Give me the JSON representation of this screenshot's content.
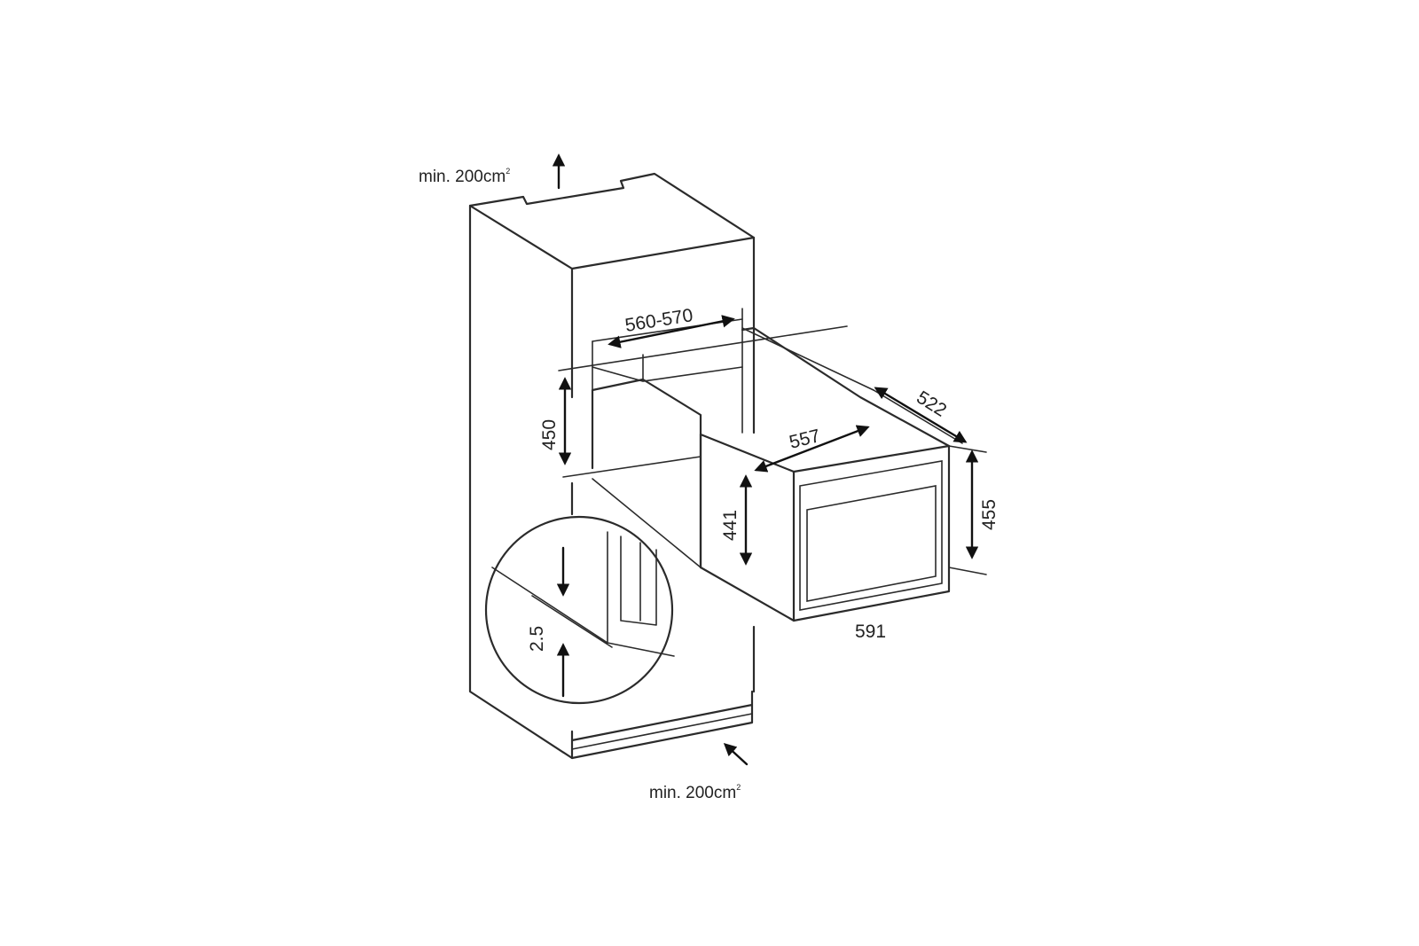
{
  "diagram": {
    "vent_top": {
      "text": "min. 200cm",
      "superscript": "2"
    },
    "vent_bottom": {
      "text": "min. 200cm",
      "superscript": "2"
    },
    "dimensions": {
      "niche_width": "560-570",
      "niche_height": "450",
      "niche_depth": "522",
      "appliance_width_inner": "557",
      "appliance_height_inner": "441",
      "appliance_height": "455",
      "appliance_width": "591",
      "gap": "2.5"
    },
    "colors": {
      "line": "#2b2b2b",
      "background": "#ffffff"
    }
  }
}
